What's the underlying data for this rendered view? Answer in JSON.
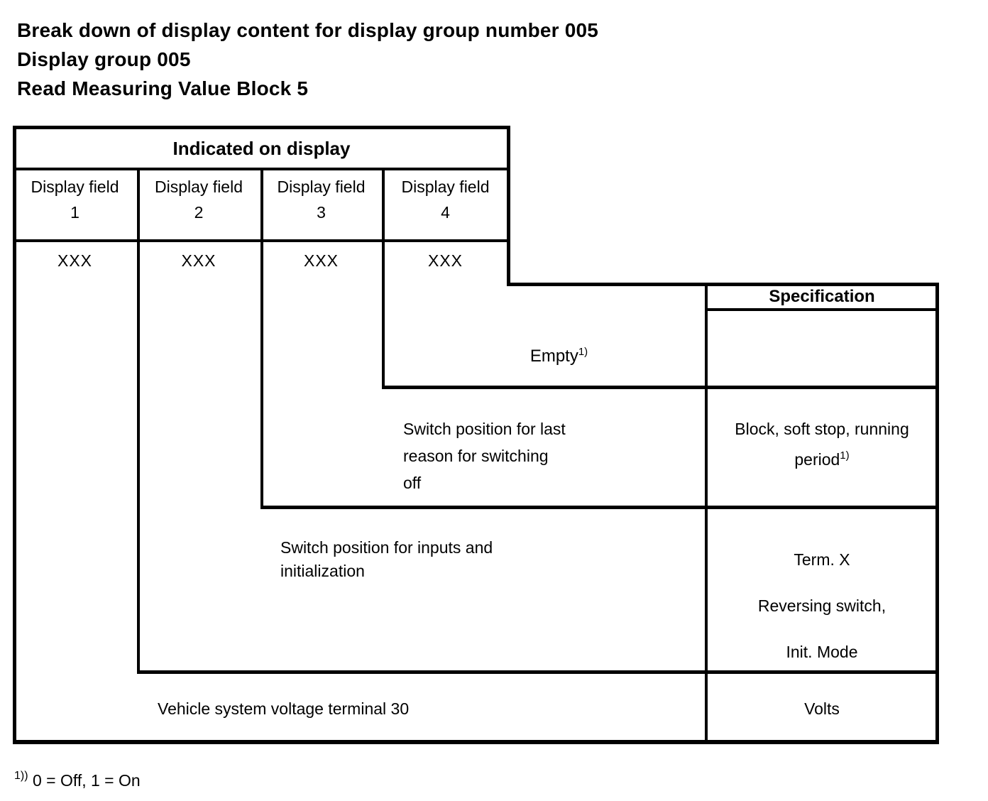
{
  "document": {
    "title_lines": [
      "Break down of display content for display group number 005",
      "Display group 005",
      "Read Measuring Value Block 5"
    ]
  },
  "table": {
    "indicated_on_display": "Indicated on display",
    "specification": "Specification",
    "display_fields": [
      {
        "label": "Display field",
        "number": "1",
        "value": "XXX"
      },
      {
        "label": "Display field",
        "number": "2",
        "value": "XXX"
      },
      {
        "label": "Display field",
        "number": "3",
        "value": "XXX"
      },
      {
        "label": "Display field",
        "number": "4",
        "value": "XXX"
      }
    ],
    "rows": {
      "empty": {
        "desc": "Empty",
        "desc_sup": "1)",
        "spec": ""
      },
      "last_reason": {
        "desc_lines": [
          "Switch position for last",
          "reason for switching",
          "off"
        ],
        "spec_line1": "Block, soft stop, running",
        "spec_line2": "period",
        "spec_sup": "1)"
      },
      "inputs": {
        "desc_lines": [
          "Switch position for inputs and",
          "initialization"
        ],
        "spec_lines": [
          "Term. X",
          "Reversing switch,",
          "Init. Mode"
        ]
      },
      "voltage": {
        "desc": "Vehicle system voltage terminal 30",
        "spec": "Volts"
      }
    }
  },
  "footnote": {
    "marker": "1))",
    "text": "0 = Off, 1 = On"
  }
}
